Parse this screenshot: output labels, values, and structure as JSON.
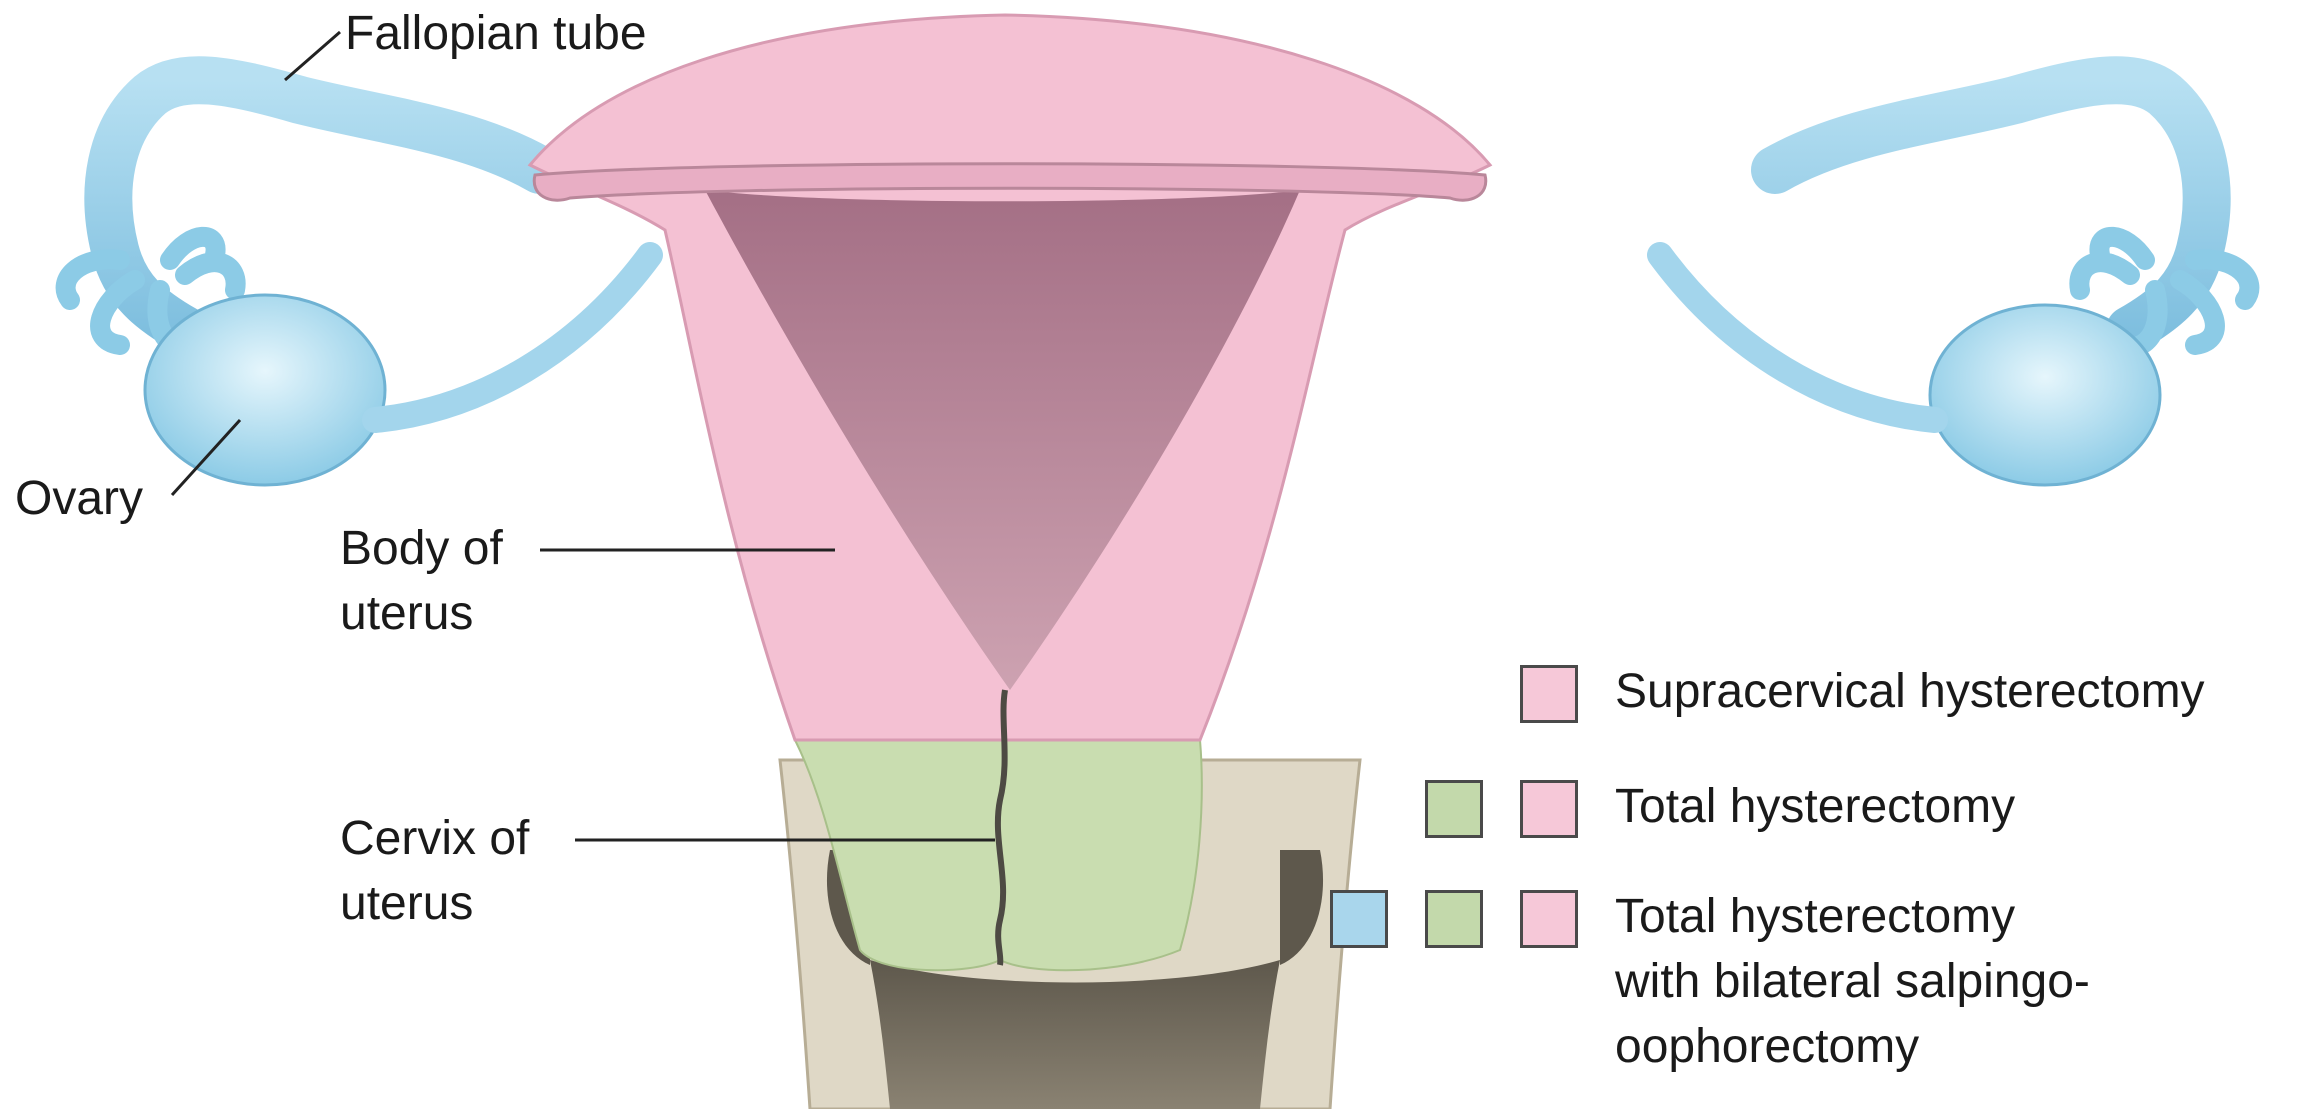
{
  "labels": {
    "fallopian_tube": "Fallopian tube",
    "ovary": "Ovary",
    "body_line1": "Body of",
    "body_line2": "uterus",
    "cervix_line1": "Cervix of",
    "cervix_line2": "uterus"
  },
  "legend": {
    "supracervical": "Supracervical hysterectomy",
    "total": "Total hysterectomy",
    "total_bso_line1": "Total hysterectomy",
    "total_bso_line2": "with bilateral salpingo-",
    "total_bso_line3": "oophorectomy"
  },
  "colors": {
    "uterus_body_pink": "#f4c1d3",
    "cervix_green": "#c9ddb0",
    "adnexa_blue": "#9fd2ea",
    "cavity": "#b9879a",
    "vagina_tan": "#dfd8c6",
    "swatch_pink": "#f6c8d8",
    "swatch_green": "#c3d9ab",
    "swatch_blue": "#a9d6ec"
  }
}
